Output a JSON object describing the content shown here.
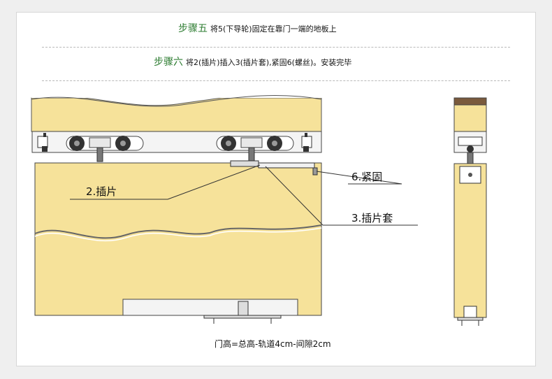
{
  "steps": [
    {
      "label": "步骤五",
      "text": "将5(下导轮)固定在靠门一端的地板上"
    },
    {
      "label": "步骤六",
      "text": "将2(插片)插入3(插片套),紧固6(螺丝)。安装完毕"
    }
  ],
  "callouts": {
    "tighten": "6.紧固",
    "insert_piece": "2.插片",
    "insert_sleeve": "3.插片套"
  },
  "caption": "门高=总高-轨道4cm-间隙2cm",
  "colors": {
    "door": "#f6e29a",
    "track": "#f4f4f4",
    "step_label": "#2e7d32",
    "wood_top": "#7a5a3c"
  }
}
